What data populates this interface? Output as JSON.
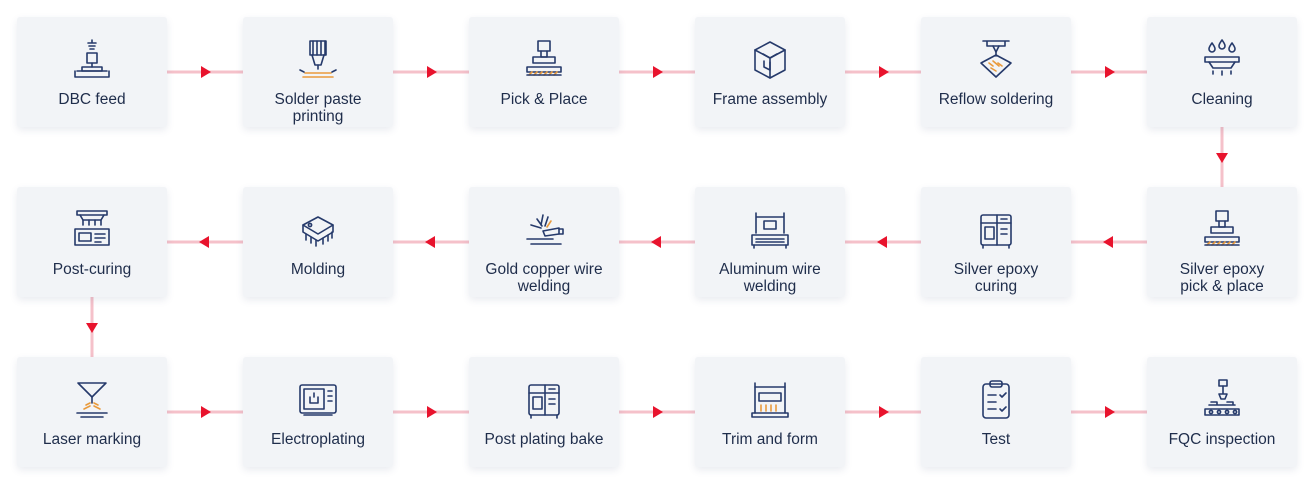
{
  "colors": {
    "card_background": "#f2f4f7",
    "label_text": "#1f2d4b",
    "icon_stroke": "#263a6b",
    "icon_accent": "#e99a3c",
    "connector_line": "#f5c1ca",
    "arrow_head": "#e8132d"
  },
  "steps": [
    {
      "label": "DBC feed",
      "icon": "dbc-feed-icon",
      "row": 0,
      "col": 0
    },
    {
      "label": "Solder paste\nprinting",
      "icon": "solder-paste-icon",
      "row": 0,
      "col": 1
    },
    {
      "label": "Pick & Place",
      "icon": "pick-place-icon",
      "row": 0,
      "col": 2
    },
    {
      "label": "Frame assembly",
      "icon": "frame-assembly-icon",
      "row": 0,
      "col": 3
    },
    {
      "label": "Reflow soldering",
      "icon": "reflow-soldering-icon",
      "row": 0,
      "col": 4
    },
    {
      "label": "Cleaning",
      "icon": "cleaning-icon",
      "row": 0,
      "col": 5
    },
    {
      "label": "Silver epoxy\npick & place",
      "icon": "pick-place-icon",
      "row": 1,
      "col": 5
    },
    {
      "label": "Silver epoxy\ncuring",
      "icon": "oven-icon",
      "row": 1,
      "col": 4
    },
    {
      "label": "Aluminum wire\nwelding",
      "icon": "wire-bonder-icon",
      "row": 1,
      "col": 3
    },
    {
      "label": "Gold copper wire\nwelding",
      "icon": "welding-torch-icon",
      "row": 1,
      "col": 2
    },
    {
      "label": "Molding",
      "icon": "chip-package-icon",
      "row": 1,
      "col": 1
    },
    {
      "label": "Post-curing",
      "icon": "curing-machine-icon",
      "row": 1,
      "col": 0
    },
    {
      "label": "Laser marking",
      "icon": "laser-marking-icon",
      "row": 2,
      "col": 0
    },
    {
      "label": "Electroplating",
      "icon": "electroplating-icon",
      "row": 2,
      "col": 1
    },
    {
      "label": "Post plating bake",
      "icon": "oven-icon",
      "row": 2,
      "col": 2
    },
    {
      "label": "Trim and form",
      "icon": "trim-form-icon",
      "row": 2,
      "col": 3
    },
    {
      "label": "Test",
      "icon": "test-clipboard-icon",
      "row": 2,
      "col": 4
    },
    {
      "label": "FQC inspection",
      "icon": "inspection-robot-icon",
      "row": 2,
      "col": 5
    }
  ]
}
